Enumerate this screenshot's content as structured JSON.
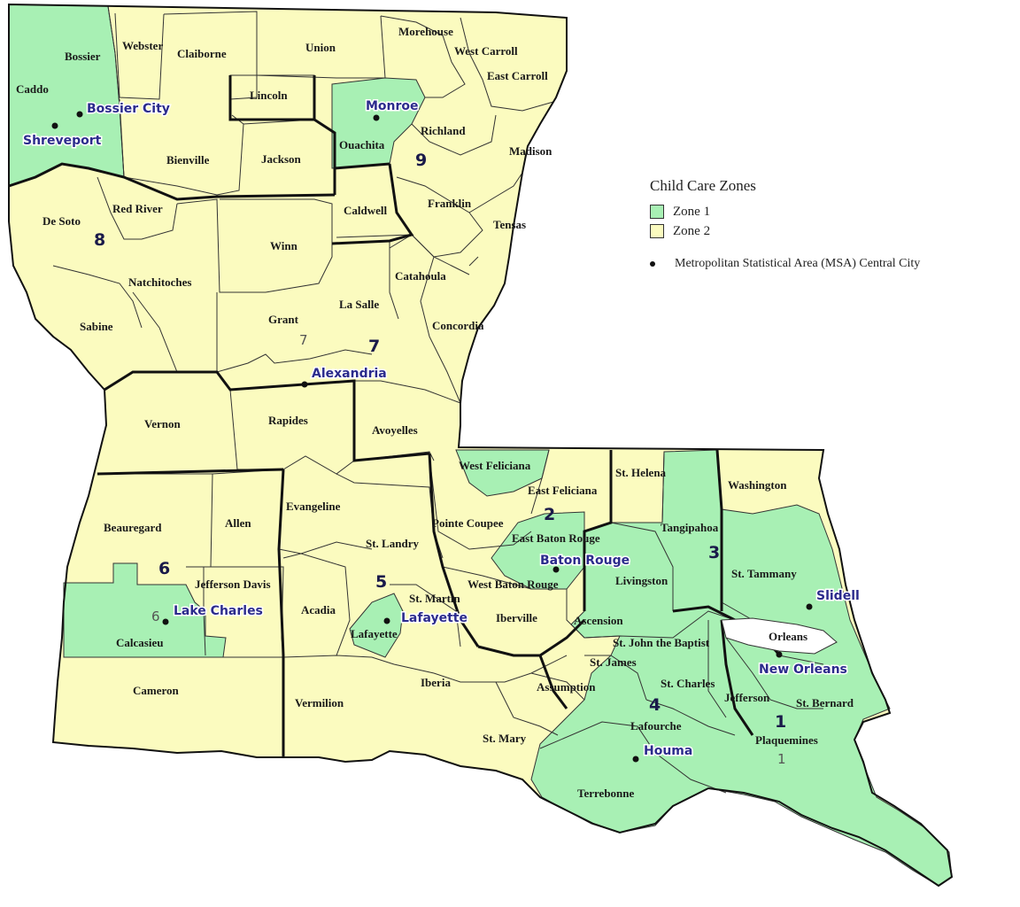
{
  "legend": {
    "title": "Child Care Zones",
    "zones": [
      {
        "label": "Zone 1",
        "color": "#a8f0b4"
      },
      {
        "label": "Zone 2",
        "color": "#fbfbbf"
      }
    ],
    "msa_label": "Metropolitan Statistical Area (MSA) Central City"
  },
  "colors": {
    "zone1": "#a8f0b4",
    "zone2": "#fbfbbf",
    "border": "#222222",
    "water": "#ffffff"
  },
  "parishes": {
    "caddo": "Caddo",
    "bossier": "Bossier",
    "webster": "Webster",
    "claiborne": "Claiborne",
    "union": "Union",
    "morehouse": "Morehouse",
    "west_carroll": "West Carroll",
    "east_carroll": "East Carroll",
    "lincoln": "Lincoln",
    "ouachita": "Ouachita",
    "richland": "Richland",
    "madison": "Madison",
    "bienville": "Bienville",
    "jackson": "Jackson",
    "caldwell": "Caldwell",
    "franklin": "Franklin",
    "tensas": "Tensas",
    "de_soto": "De Soto",
    "red_river": "Red River",
    "winn": "Winn",
    "catahoula": "Catahoula",
    "natchitoches": "Natchitoches",
    "la_salle": "La Salle",
    "concordia": "Concordia",
    "sabine": "Sabine",
    "grant": "Grant",
    "vernon": "Vernon",
    "rapides": "Rapides",
    "avoyelles": "Avoyelles",
    "beauregard": "Beauregard",
    "allen": "Allen",
    "evangeline": "Evangeline",
    "st_landry": "St. Landry",
    "pointe_coupee": "Pointe Coupee",
    "west_feliciana": "West Feliciana",
    "east_feliciana": "East Feliciana",
    "st_helena": "St. Helena",
    "washington": "Washington",
    "east_baton_rouge": "East Baton Rouge",
    "tangipahoa": "Tangipahoa",
    "jefferson_davis": "Jefferson Davis",
    "acadia": "Acadia",
    "st_martin": "St. Martin",
    "west_baton_rouge": "West Baton Rouge",
    "livingston": "Livingston",
    "st_tammany": "St. Tammany",
    "calcasieu": "Calcasieu",
    "lafayette": "Lafayette",
    "iberville": "Iberville",
    "ascension": "Ascension",
    "st_john": "St. John the Baptist",
    "orleans": "Orleans",
    "st_james": "St. James",
    "cameron": "Cameron",
    "vermilion": "Vermilion",
    "iberia": "Iberia",
    "assumption": "Assumption",
    "st_charles": "St. Charles",
    "jefferson": "Jefferson",
    "st_bernard": "St. Bernard",
    "lafourche": "Lafourche",
    "st_mary": "St. Mary",
    "plaquemines": "Plaquemines",
    "terrebonne": "Terrebonne"
  },
  "cities": {
    "bossier_city": "Bossier City",
    "shreveport": "Shreveport",
    "monroe": "Monroe",
    "alexandria": "Alexandria",
    "lake_charles": "Lake Charles",
    "lafayette": "Lafayette",
    "baton_rouge": "Baton Rouge",
    "slidell": "Slidell",
    "new_orleans": "New Orleans",
    "houma": "Houma"
  },
  "regions": {
    "r1": "1",
    "r2": "2",
    "r3": "3",
    "r4": "4",
    "r5": "5",
    "r6": "6",
    "r7": "7",
    "r8": "8",
    "r9": "9",
    "r1_small": "1",
    "r6_small": "6",
    "r7_small": "7"
  }
}
